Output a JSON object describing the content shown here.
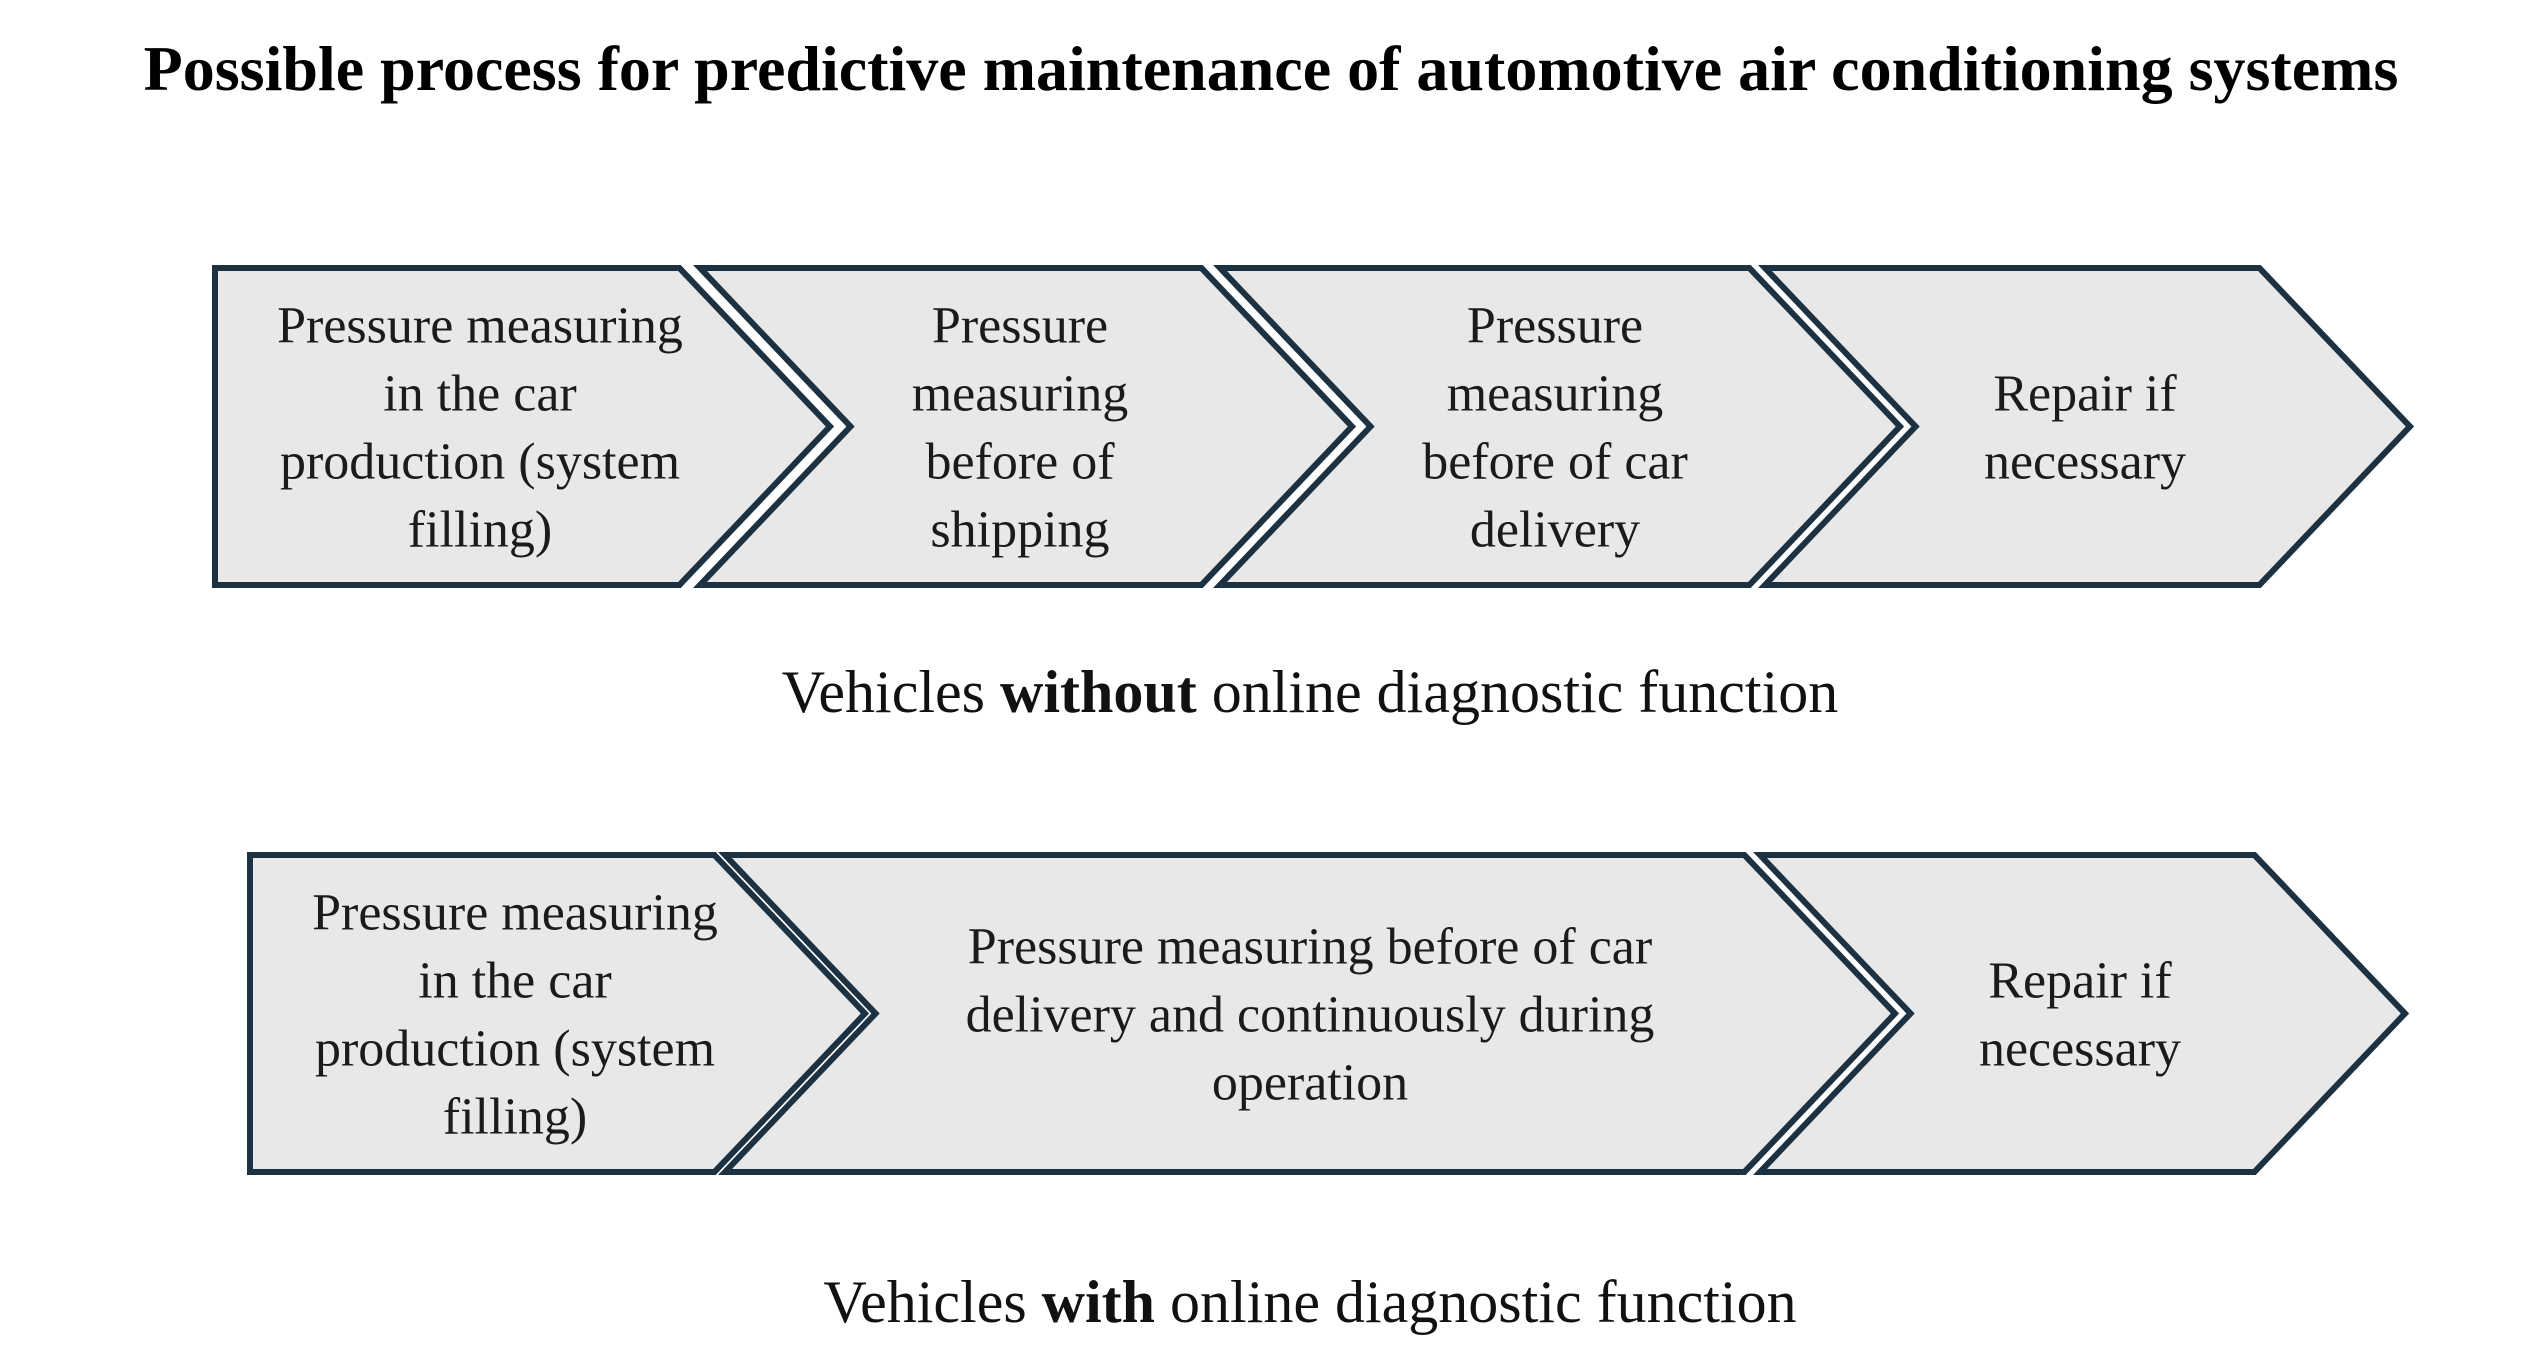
{
  "title": "Possible process for predictive maintenance of automotive air conditioning systems",
  "colors": {
    "shape_fill": "#e8e8e8",
    "shape_stroke": "#1c3142",
    "text": "#1b1b1b"
  },
  "rows": [
    {
      "steps": [
        {
          "lines": [
            "Pressure measuring",
            "in the car",
            "production (system",
            "filling)"
          ]
        },
        {
          "lines": [
            "Pressure",
            "measuring",
            "before of",
            "shipping"
          ]
        },
        {
          "lines": [
            "Pressure",
            "measuring",
            "before of car",
            "delivery"
          ]
        },
        {
          "lines": [
            "Repair if",
            "necessary"
          ]
        }
      ],
      "caption": {
        "before": "Vehicles ",
        "bold": "without",
        "after": " online diagnostic function"
      }
    },
    {
      "steps": [
        {
          "lines": [
            "Pressure measuring",
            "in the car",
            "production (system",
            "filling)"
          ]
        },
        {
          "lines": [
            "Pressure measuring before of car",
            "delivery and continuously during",
            "operation"
          ]
        },
        {
          "lines": [
            "Repair if",
            "necessary"
          ]
        }
      ],
      "caption": {
        "before": "Vehicles ",
        "bold": "with",
        "after": " online diagnostic function"
      }
    }
  ]
}
